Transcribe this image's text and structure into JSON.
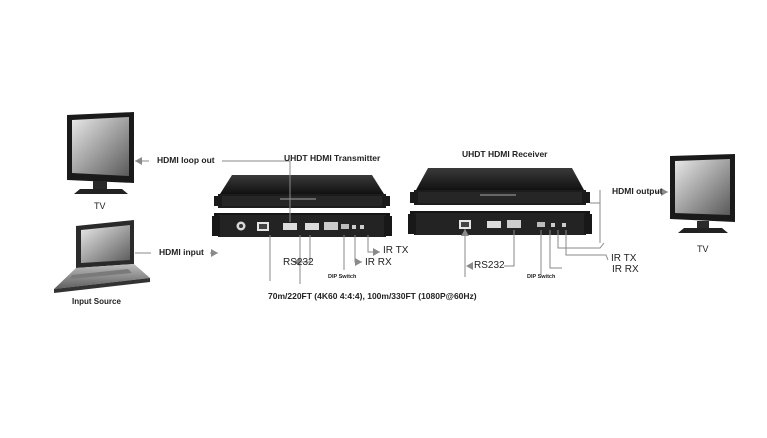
{
  "labels": {
    "hdmi_loop_out": "HDMI loop out",
    "hdmi_input": "HDMI input",
    "tv_left": "TV",
    "input_source": "Input Source",
    "transmitter_title": "UHDT HDMI Transmitter",
    "receiver_title": "UHDT HDMI Receiver",
    "hdmi_output": "HDMI output",
    "tv_right": "TV",
    "rs232_tx": "RS232",
    "rs232_rx": "RS232",
    "ir_tx_tx": "IR TX",
    "ir_rx_tx": "IR RX",
    "ir_tx_rx": "IR TX",
    "ir_rx_rx": "IR RX",
    "dip_switch_tx": "DIP Switch",
    "dip_switch_rx": "DIP Switch",
    "distance": "70m/220FT (4K60 4:4:4), 100m/330FT (1080P@60Hz)"
  },
  "colors": {
    "device_body": "#1c1c1c",
    "device_front": "#2a2a2a",
    "line": "#8a8a8a",
    "text": "#222222"
  }
}
